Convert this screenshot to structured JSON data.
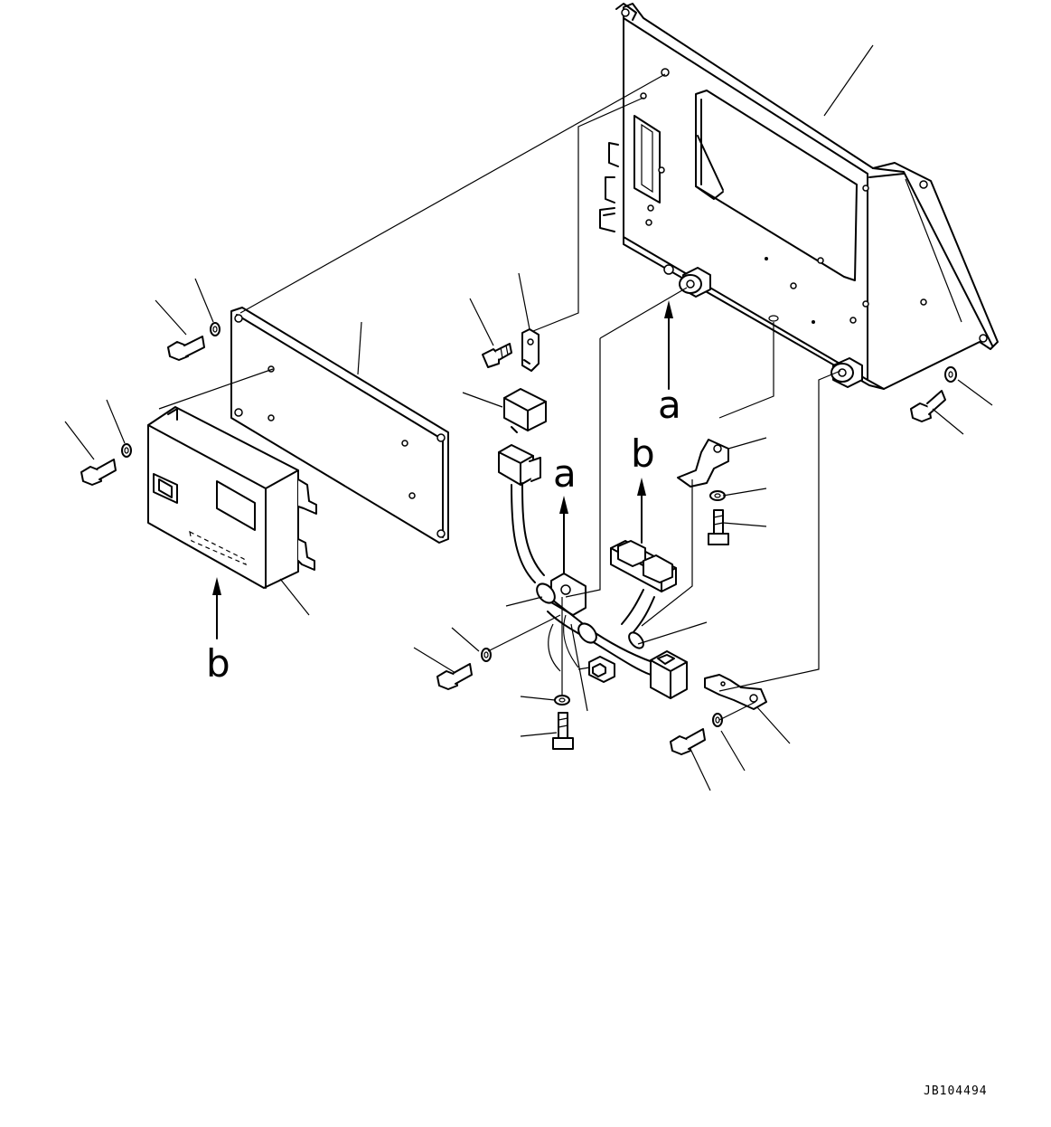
{
  "drawing_number": "JB104494",
  "view_labels": {
    "a_upper": "a",
    "a_lower": "a",
    "b_upper": "b",
    "b_lower": "b"
  }
}
